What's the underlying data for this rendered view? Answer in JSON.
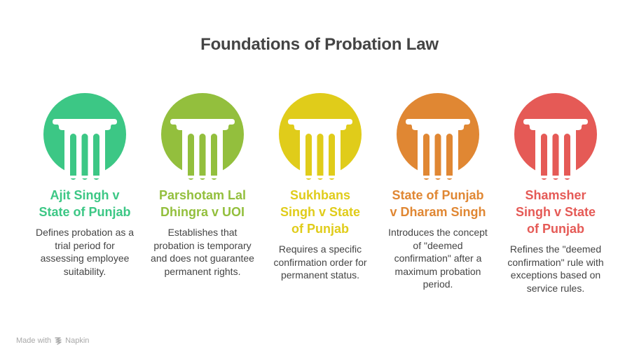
{
  "title": "Foundations of Probation Law",
  "items": [
    {
      "heading_lines": [
        "Ajit Singh v",
        "State of Punjab"
      ],
      "description": "Defines probation as a trial period for assessing employee suitability.",
      "color": "#3cc785",
      "icon": "pillar-icon"
    },
    {
      "heading_lines": [
        "Parshotam Lal",
        "Dhingra v UOI"
      ],
      "description": "Establishes that probation is temporary and does not guarantee permanent rights.",
      "color": "#93bf3d",
      "icon": "pillar-icon"
    },
    {
      "heading_lines": [
        "Sukhbans",
        "Singh v State",
        "of Punjab"
      ],
      "description": "Requires a specific confirmation order for permanent status.",
      "color": "#e0cc1a",
      "icon": "pillar-icon"
    },
    {
      "heading_lines": [
        "State of Punjab",
        "v Dharam Singh"
      ],
      "description": "Introduces the concept of \"deemed confirmation\" after a maximum probation period.",
      "color": "#e08733",
      "icon": "pillar-icon"
    },
    {
      "heading_lines": [
        "Shamsher",
        "Singh v State",
        "of Punjab"
      ],
      "description": "Refines the \"deemed confirmation\" rule with exceptions based on service rules.",
      "color": "#e55a56",
      "icon": "pillar-icon"
    }
  ],
  "footer": {
    "made_with": "Made with",
    "brand": "Napkin",
    "icon": "napkin-logo-icon"
  }
}
